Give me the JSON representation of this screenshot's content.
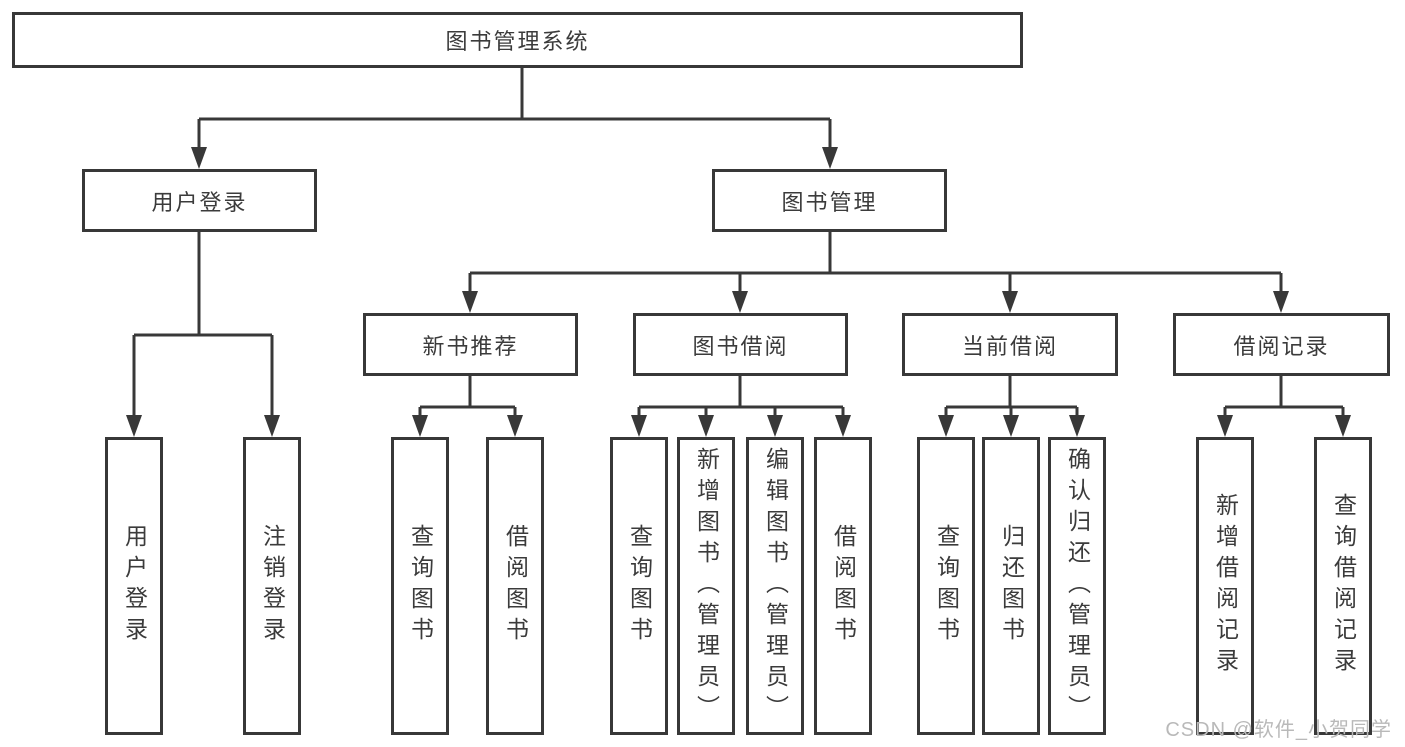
{
  "tree": {
    "root": {
      "label": "图书管理系统"
    },
    "branches": [
      {
        "label": "用户登录",
        "leaves": [
          {
            "label": "用户登录"
          },
          {
            "label": "注销登录"
          }
        ]
      },
      {
        "label": "图书管理",
        "groups": [
          {
            "label": "新书推荐",
            "leaves": [
              {
                "label": "查询图书"
              },
              {
                "label": "借阅图书"
              }
            ]
          },
          {
            "label": "图书借阅",
            "leaves": [
              {
                "label": "查询图书"
              },
              {
                "label": "新增图书（管理员）"
              },
              {
                "label": "编辑图书（管理员）"
              },
              {
                "label": "借阅图书"
              }
            ]
          },
          {
            "label": "当前借阅",
            "leaves": [
              {
                "label": "查询图书"
              },
              {
                "label": "归还图书"
              },
              {
                "label": "确认归还（管理员）"
              }
            ]
          },
          {
            "label": "借阅记录",
            "leaves": [
              {
                "label": "新增借阅记录"
              },
              {
                "label": "查询借阅记录"
              }
            ]
          }
        ]
      }
    ]
  },
  "colors": {
    "line": "#383838",
    "text": "#3b3b3b",
    "background": "#ffffff",
    "watermark": "#b9b9b9"
  },
  "watermark": {
    "text": "CSDN @软件_小贺同学"
  }
}
